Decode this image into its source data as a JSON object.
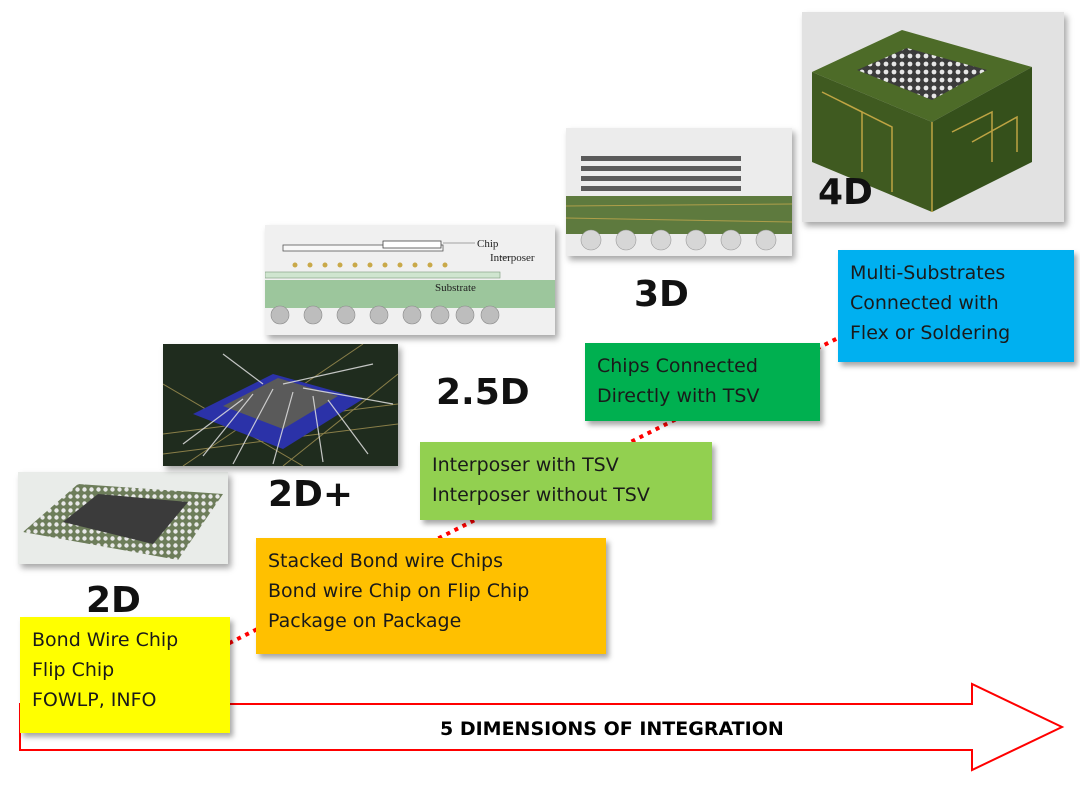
{
  "stages": [
    {
      "key": "2d",
      "label": "2D",
      "lines": [
        "Bond Wire Chip",
        "Flip Chip",
        "FOWLP, INFO"
      ],
      "color": "#ffff00"
    },
    {
      "key": "2dplus",
      "label": "2D+",
      "lines": [
        "Stacked Bond wire Chips",
        "Bond wire Chip on Flip Chip",
        "Package on Package"
      ],
      "color": "#ffc000"
    },
    {
      "key": "25d",
      "label": "2.5D",
      "lines": [
        "Interposer with TSV",
        "Interposer without TSV"
      ],
      "color": "#92d050"
    },
    {
      "key": "3d",
      "label": "3D",
      "lines": [
        "Chips Connected",
        "Directly with TSV"
      ],
      "color": "#00b050"
    },
    {
      "key": "4d",
      "label": "4D",
      "lines": [
        "Multi-Substrates",
        "Connected with",
        "Flex or Soldering"
      ],
      "color": "#00b0f0"
    }
  ],
  "interposer_figure": {
    "chip": "Chip",
    "interposer": "Interposer",
    "substrate": "Substrate"
  },
  "arrow": {
    "text": "5 DIMENSIONS OF INTEGRATION",
    "outline_color": "#ff0000"
  },
  "trend_line_color": "#ff0000"
}
